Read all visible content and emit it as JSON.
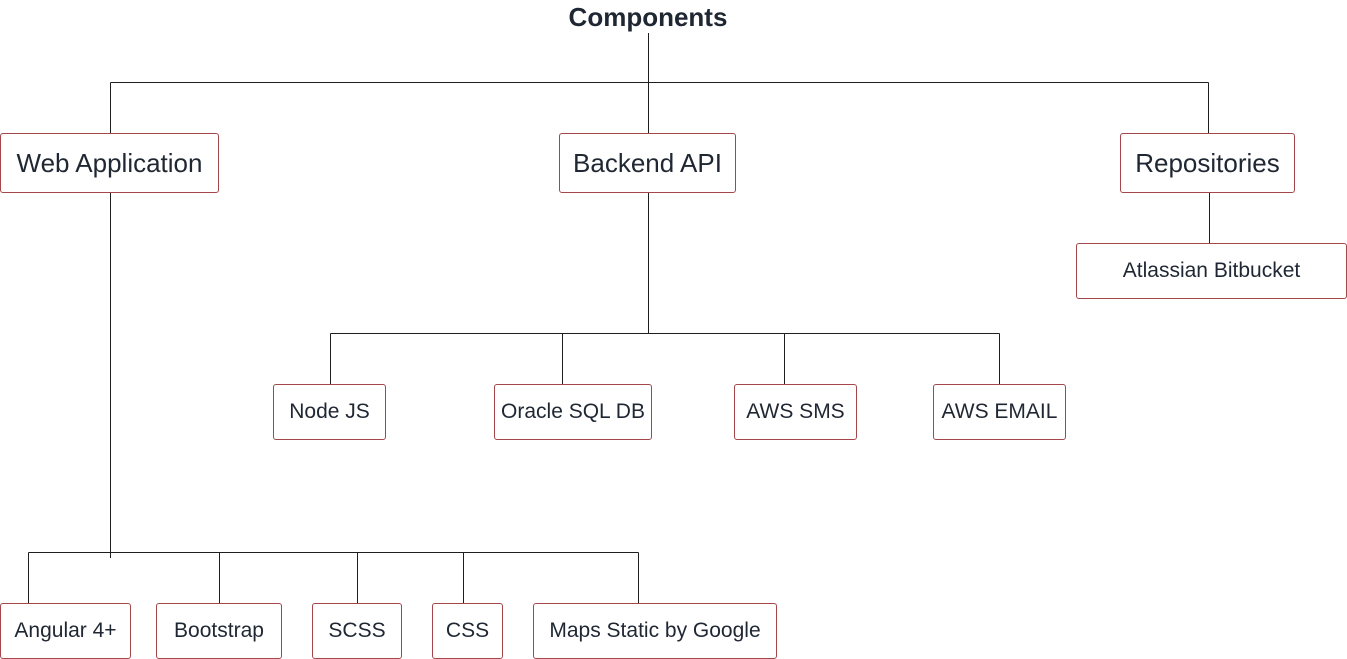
{
  "diagram": {
    "root": {
      "label": "Components"
    },
    "groups": [
      {
        "label": "Web Application",
        "children": [
          "Angular 4+",
          "Bootstrap",
          "SCSS",
          "CSS",
          "Maps Static by Google"
        ]
      },
      {
        "label": "Backend API",
        "children": [
          "Node JS",
          "Oracle SQL DB",
          "AWS SMS",
          "AWS EMAIL"
        ]
      },
      {
        "label": "Repositories",
        "children": [
          "Atlassian Bitbucket"
        ]
      }
    ],
    "colors": {
      "node_border": "#a4474a",
      "connector": "#1f1f1f",
      "text": "#1f2733"
    }
  }
}
